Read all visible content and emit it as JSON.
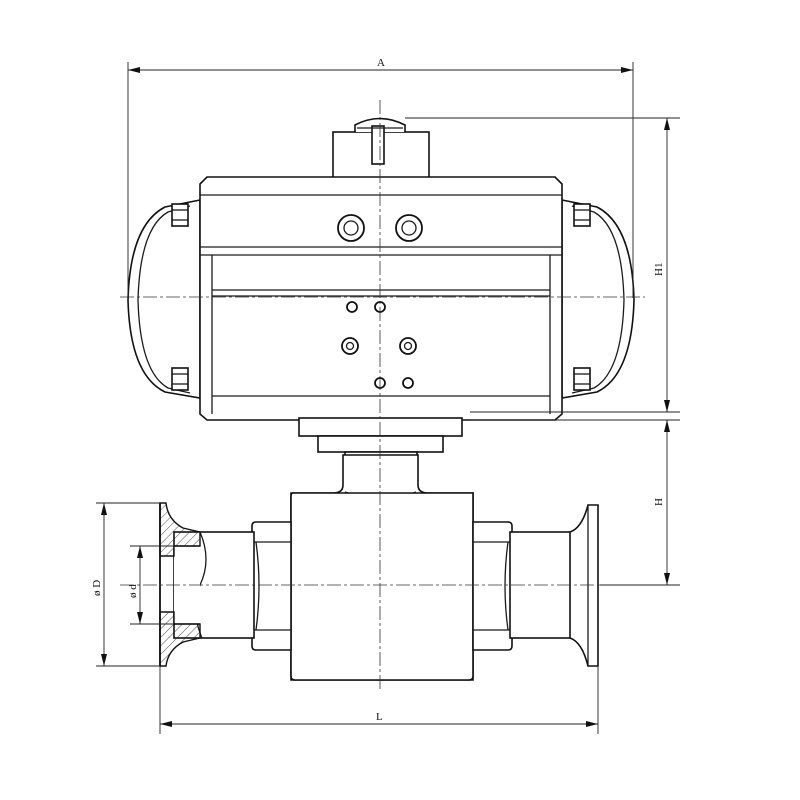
{
  "dimensions": {
    "overall_width": "A",
    "actuator_height": "H1",
    "valve_height": "H",
    "overall_length": "L",
    "outer_diameter": "ø D",
    "inner_diameter": "ø d"
  }
}
